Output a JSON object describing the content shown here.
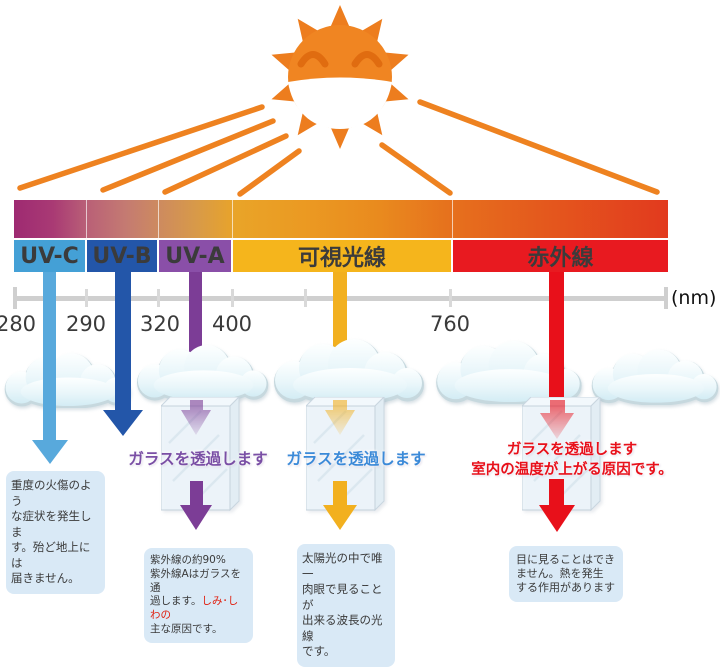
{
  "palette": {
    "ray_orange": "#ee8220",
    "sun_orange": "#f08522",
    "ruler_gray": "#cfcfcf",
    "note_bg": "#d9e9f6",
    "note_text": "#3a3a3a",
    "band_label_text": "#3b3b3b"
  },
  "spectrum_bar": {
    "gradient": [
      "#9e2a72",
      "#b95f77",
      "#cd8a60",
      "#e9a428",
      "#e98a1e",
      "#e6701d",
      "#e23a1e"
    ]
  },
  "bands": [
    {
      "label": "UV-C",
      "color": "#44a0d6"
    },
    {
      "label": "UV-B",
      "color": "#2356a9"
    },
    {
      "label": "UV-A",
      "color": "#8a4fa8"
    },
    {
      "label": "可視光線",
      "color": "#f5b51c"
    },
    {
      "label": "赤外線",
      "color": "#e81a20"
    }
  ],
  "ruler": {
    "unit": "(nm)",
    "labels": [
      "280",
      "290",
      "320",
      "400",
      "760"
    ]
  },
  "arrows": [
    {
      "name": "uv-c",
      "color": "#58a9dc"
    },
    {
      "name": "uv-b",
      "color": "#2356a9"
    },
    {
      "name": "uv-a",
      "color": "#7c3d96"
    },
    {
      "name": "visible-light",
      "color": "#f2b01f"
    },
    {
      "name": "infrared",
      "color": "#e8101a"
    }
  ],
  "glass_labels": {
    "uva": {
      "text": "ガラスを透過します",
      "color": "#7a4fa5"
    },
    "visible": {
      "text": "ガラスを透過します",
      "color": "#3b8ad8"
    },
    "infrared": {
      "line1": "ガラスを透過します",
      "line2": "室内の温度が上がる原因です。",
      "color": "#e8101a"
    }
  },
  "notes": {
    "uvc": "重度の火傷のよう\nな症状を発生しま\nす。殆ど地上には\n届きません。",
    "uva_part1": "紫外線の約90%\n紫外線Aはガラスを通\n過します。",
    "uva_red": "しみ･しわの",
    "uva_part3": "\n主な原因です。",
    "uva_red_color": "#e02010",
    "visible": "太陽光の中で唯一\n肉眼で見ることが\n出来る波長の光線\nです。",
    "infrared": "目に見ることはでき\nません。熱を発生\nする作用があります"
  }
}
